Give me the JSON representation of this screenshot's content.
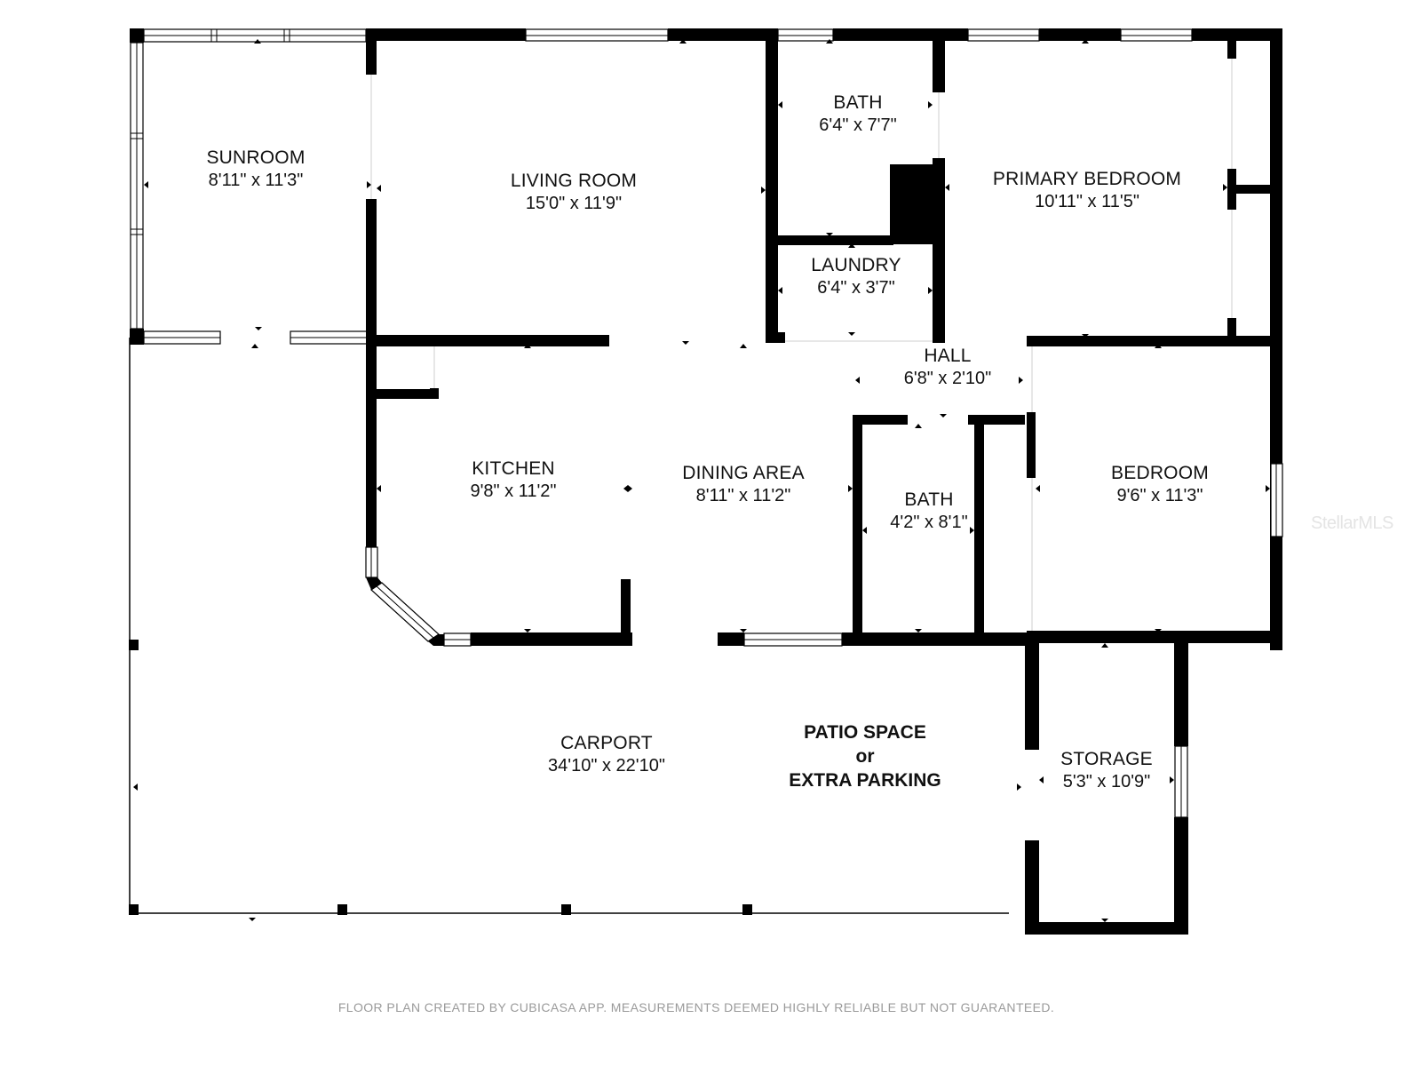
{
  "floor_plan": {
    "rooms": [
      {
        "id": "sunroom",
        "name": "SUNROOM",
        "dimensions": "8'11\" x 11'3\""
      },
      {
        "id": "living_room",
        "name": "LIVING ROOM",
        "dimensions": "15'0\" x 11'9\""
      },
      {
        "id": "bath_1",
        "name": "BATH",
        "dimensions": "6'4\" x 7'7\""
      },
      {
        "id": "primary_bedroom",
        "name": "PRIMARY BEDROOM",
        "dimensions": "10'11\" x 11'5\""
      },
      {
        "id": "laundry",
        "name": "LAUNDRY",
        "dimensions": "6'4\" x 3'7\""
      },
      {
        "id": "hall",
        "name": "HALL",
        "dimensions": "6'8\" x 2'10\""
      },
      {
        "id": "kitchen",
        "name": "KITCHEN",
        "dimensions": "9'8\" x 11'2\""
      },
      {
        "id": "dining_area",
        "name": "DINING AREA",
        "dimensions": "8'11\" x 11'2\""
      },
      {
        "id": "bath_2",
        "name": "BATH",
        "dimensions": "4'2\" x 8'1\""
      },
      {
        "id": "bedroom",
        "name": "BEDROOM",
        "dimensions": "9'6\" x 11'3\""
      },
      {
        "id": "carport",
        "name": "CARPORT",
        "dimensions": "34'10\" x 22'10\""
      },
      {
        "id": "storage",
        "name": "STORAGE",
        "dimensions": "5'3\" x 10'9\""
      }
    ],
    "annotation": {
      "line1": "PATIO SPACE",
      "line2": "or",
      "line3": "EXTRA PARKING"
    },
    "footer_disclaimer": "FLOOR PLAN CREATED BY CUBICASA APP. MEASUREMENTS DEEMED HIGHLY RELIABLE BUT NOT GUARANTEED.",
    "watermark": "StellarMLS",
    "colors": {
      "wall": "#000000",
      "background": "#ffffff",
      "footer_text": "#9a9a9a"
    }
  }
}
